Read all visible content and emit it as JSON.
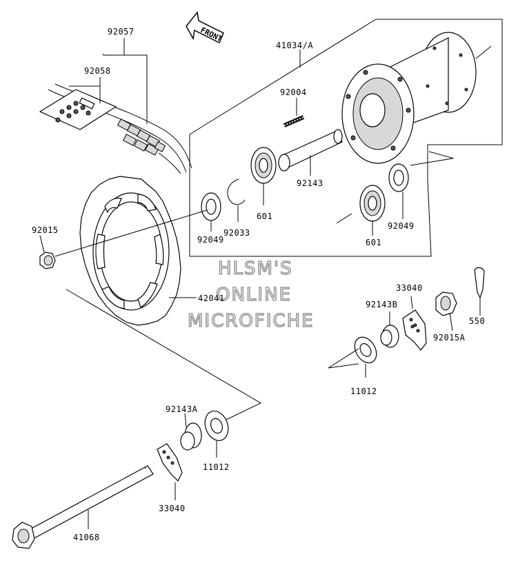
{
  "watermark": {
    "line1": "HLSM'S",
    "line2": "ONLINE",
    "line3": "MICROFICHE"
  },
  "front_arrow": {
    "label": "FRONT"
  },
  "parts": {
    "p92057": "92057",
    "p92058": "92058",
    "p41034A": "41034/A",
    "p92004": "92004",
    "p92143": "92143",
    "p92015": "92015",
    "p92049_left": "92049",
    "p92033": "92033",
    "p601_left": "601",
    "p601_right": "601",
    "p92049_right": "92049",
    "p42041": "42041",
    "p33040_right": "33040",
    "p92143B": "92143B",
    "p550": "550",
    "p92015A": "92015A",
    "p11012_right": "11012",
    "p92143A": "92143A",
    "p11012_left": "11012",
    "p33040_left": "33040",
    "p41068": "41068"
  }
}
